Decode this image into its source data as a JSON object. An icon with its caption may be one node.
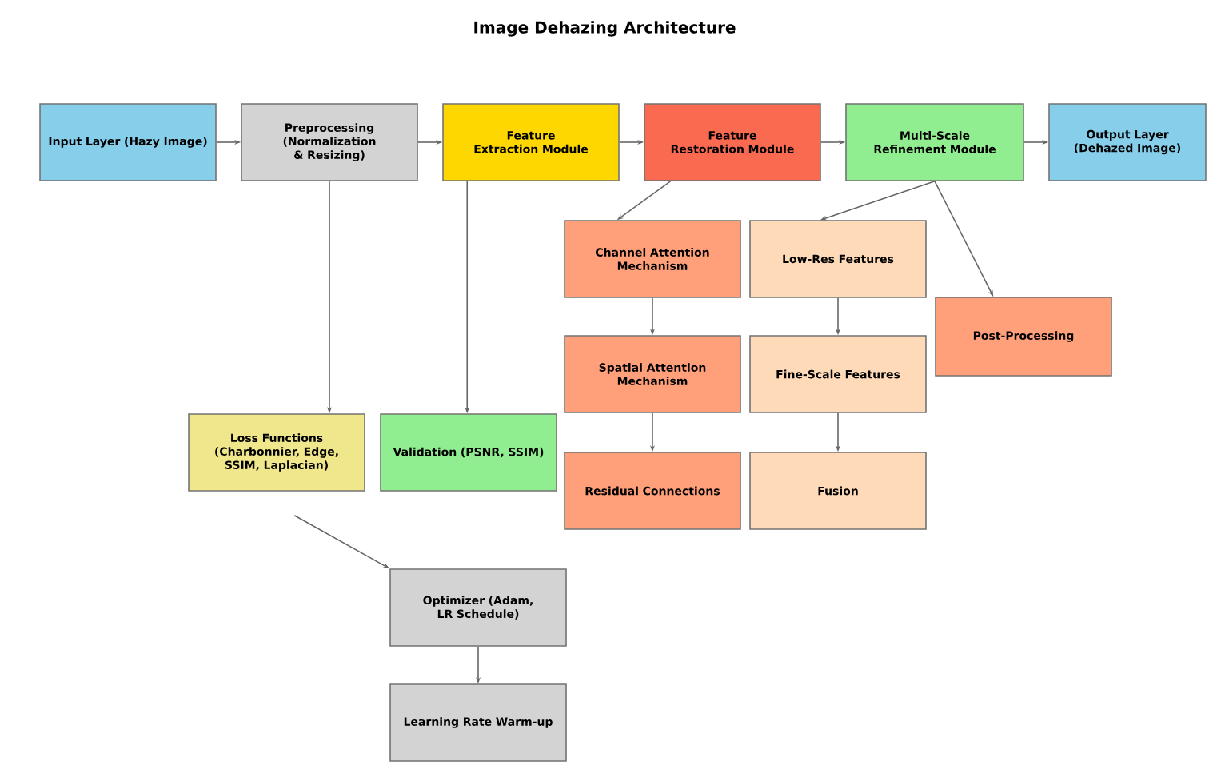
{
  "diagram": {
    "title": "Image Dehazing Architecture",
    "nodes": [
      {
        "text": [
          "Input Layer (Hazy Image)"
        ]
      },
      {
        "text": [
          "Preprocessing (Normalization & Resizing)"
        ]
      },
      {
        "text": [
          "Feature Extraction Module"
        ]
      },
      {
        "text": [
          "Feature Restoration Module"
        ]
      },
      {
        "text": [
          "Multi-Scale Refinement Module"
        ]
      },
      {
        "text": [
          "Output Layer (Dehazed Image)"
        ]
      },
      {
        "text": [
          "Channel Attention Mechanism"
        ]
      },
      {
        "text": [
          "Low-Res Features"
        ]
      },
      {
        "text": [
          "Post-Processing"
        ]
      },
      {
        "text": [
          "Spatial Attention Mechanism"
        ]
      },
      {
        "text": [
          "Fine-Scale Features"
        ]
      },
      {
        "text": [
          "Residual Connections"
        ]
      },
      {
        "text": [
          "Fusion"
        ]
      },
      {
        "text": [
          "Loss Functions (Charbonnier, Edge, SSIM, Laplacian)"
        ]
      },
      {
        "text": [
          "Validation (PSNR, SSIM)"
        ]
      },
      {
        "text": [
          "Optimizer (Adam, LR Schedule)"
        ]
      },
      {
        "text": [
          "Learning Rate Warm-up"
        ]
      }
    ],
    "edges": [
      {
        "from": 0,
        "to": 1,
        "arrow": "to"
      },
      {
        "from": 1,
        "to": 2,
        "arrow": "to"
      },
      {
        "from": 2,
        "to": 3,
        "arrow": "to"
      },
      {
        "from": 3,
        "to": 4,
        "arrow": "to"
      },
      {
        "from": 4,
        "to": 5,
        "arrow": "to"
      },
      {
        "from": 3,
        "to": 6,
        "arrow": "to"
      },
      {
        "from": 6,
        "to": 9,
        "arrow": "to"
      },
      {
        "from": 9,
        "to": 11,
        "arrow": "to"
      },
      {
        "from": 4,
        "to": 7,
        "arrow": "to"
      },
      {
        "from": 7,
        "to": 10,
        "arrow": "to"
      },
      {
        "from": 10,
        "to": 12,
        "arrow": "to"
      },
      {
        "from": 4,
        "to": 8,
        "arrow": "to"
      },
      {
        "from": 1,
        "to": 13,
        "arrow": "to"
      },
      {
        "from": 2,
        "to": 14,
        "arrow": "to"
      },
      {
        "from": 13,
        "to": 15,
        "arrow": "to"
      },
      {
        "from": 15,
        "to": 16,
        "arrow": "to"
      }
    ]
  }
}
